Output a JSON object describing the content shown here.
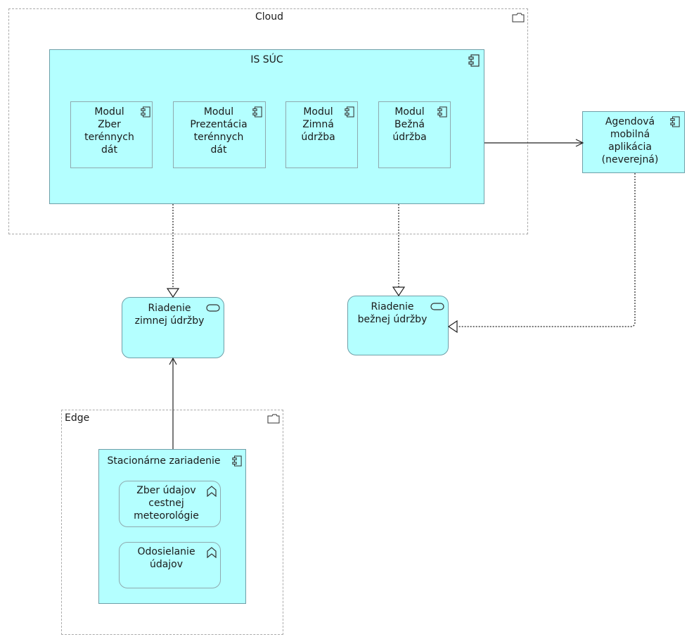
{
  "groups": {
    "cloud": {
      "label": "Cloud",
      "icon": "folder-icon"
    },
    "edge": {
      "label": "Edge",
      "icon": "folder-icon"
    }
  },
  "is_suc": {
    "label": "IS SÚC",
    "icon": "component-icon",
    "modules": [
      {
        "label": "Modul\nZber\nterénnych\ndát",
        "icon": "component-icon"
      },
      {
        "label": "Modul\nPrezentácia\nterénnych\ndát",
        "icon": "component-icon"
      },
      {
        "label": "Modul\nZimná\núdržba",
        "icon": "component-icon"
      },
      {
        "label": "Modul\nBežná\núdržba",
        "icon": "component-icon"
      }
    ]
  },
  "agenda_app": {
    "label": "Agendová\nmobilná\naplikácia\n(neverejná)",
    "icon": "component-icon"
  },
  "services": {
    "winter": {
      "label": "Riadenie\nzimnej údržby",
      "icon": "service-icon"
    },
    "regular": {
      "label": "Riadenie\nbežnej údržby",
      "icon": "service-icon"
    }
  },
  "station": {
    "label": "Stacionárne zariadenie",
    "icon": "component-icon",
    "functions": [
      {
        "label": "Zber údajov\ncestnej\nmeteorológie",
        "icon": "function-icon"
      },
      {
        "label": "Odosielanie\núdajov",
        "icon": "function-icon"
      }
    ]
  },
  "colors": {
    "fill": "#b4ffff",
    "stroke": "#6f9fa8",
    "group_border": "#aaaaaa"
  }
}
